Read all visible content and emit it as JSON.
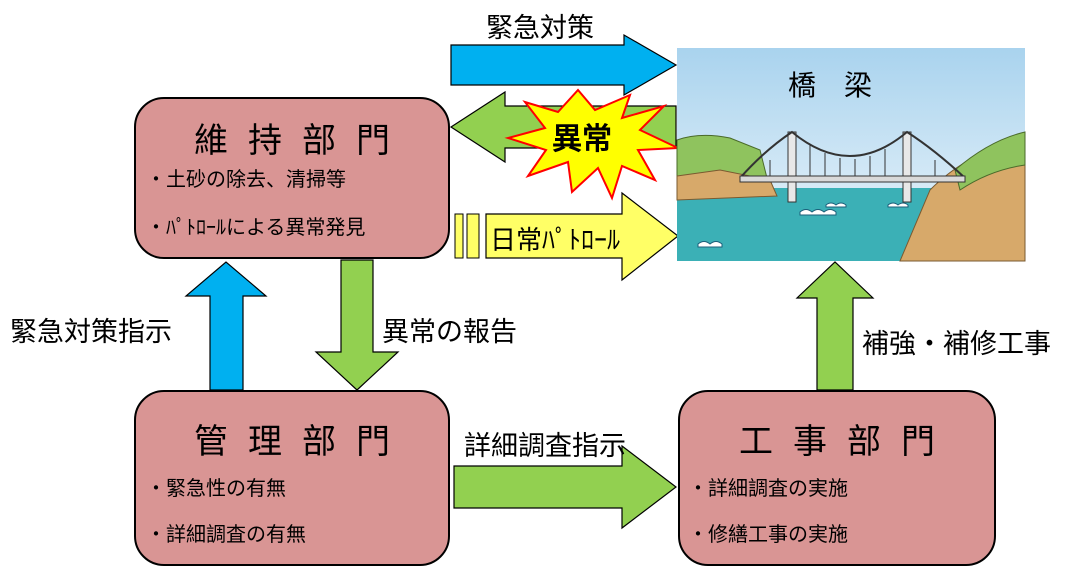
{
  "diagram": {
    "maintenance": {
      "title": "維持部門",
      "items": [
        "・土砂の除去、清掃等",
        "・ﾊﾟﾄﾛｰﾙによる異常発見"
      ]
    },
    "management": {
      "title": "管理部門",
      "items": [
        "・緊急性の有無",
        "・詳細調査の有無"
      ]
    },
    "construction": {
      "title": "工事部門",
      "items": [
        "・詳細調査の実施",
        "・修繕工事の実施"
      ]
    },
    "bridge": {
      "title": "橋　梁"
    },
    "arrows": {
      "emergency_measures": "緊急対策",
      "abnormal": "異常",
      "daily_patrol": "日常ﾊﾟﾄﾛｰﾙ",
      "emergency_instruction": "緊急対策指示",
      "abnormal_report": "異常の報告",
      "detailed_survey_instruction": "詳細調査指示",
      "reinforcement_repair": "補強・補修工事"
    },
    "colors": {
      "box_fill": "#d99594",
      "blue_arrow": "#00b0f0",
      "green_arrow": "#92d050",
      "yellow": "#ffff66",
      "starburst": "#ffff00",
      "starburst_border": "#ff0000"
    }
  }
}
